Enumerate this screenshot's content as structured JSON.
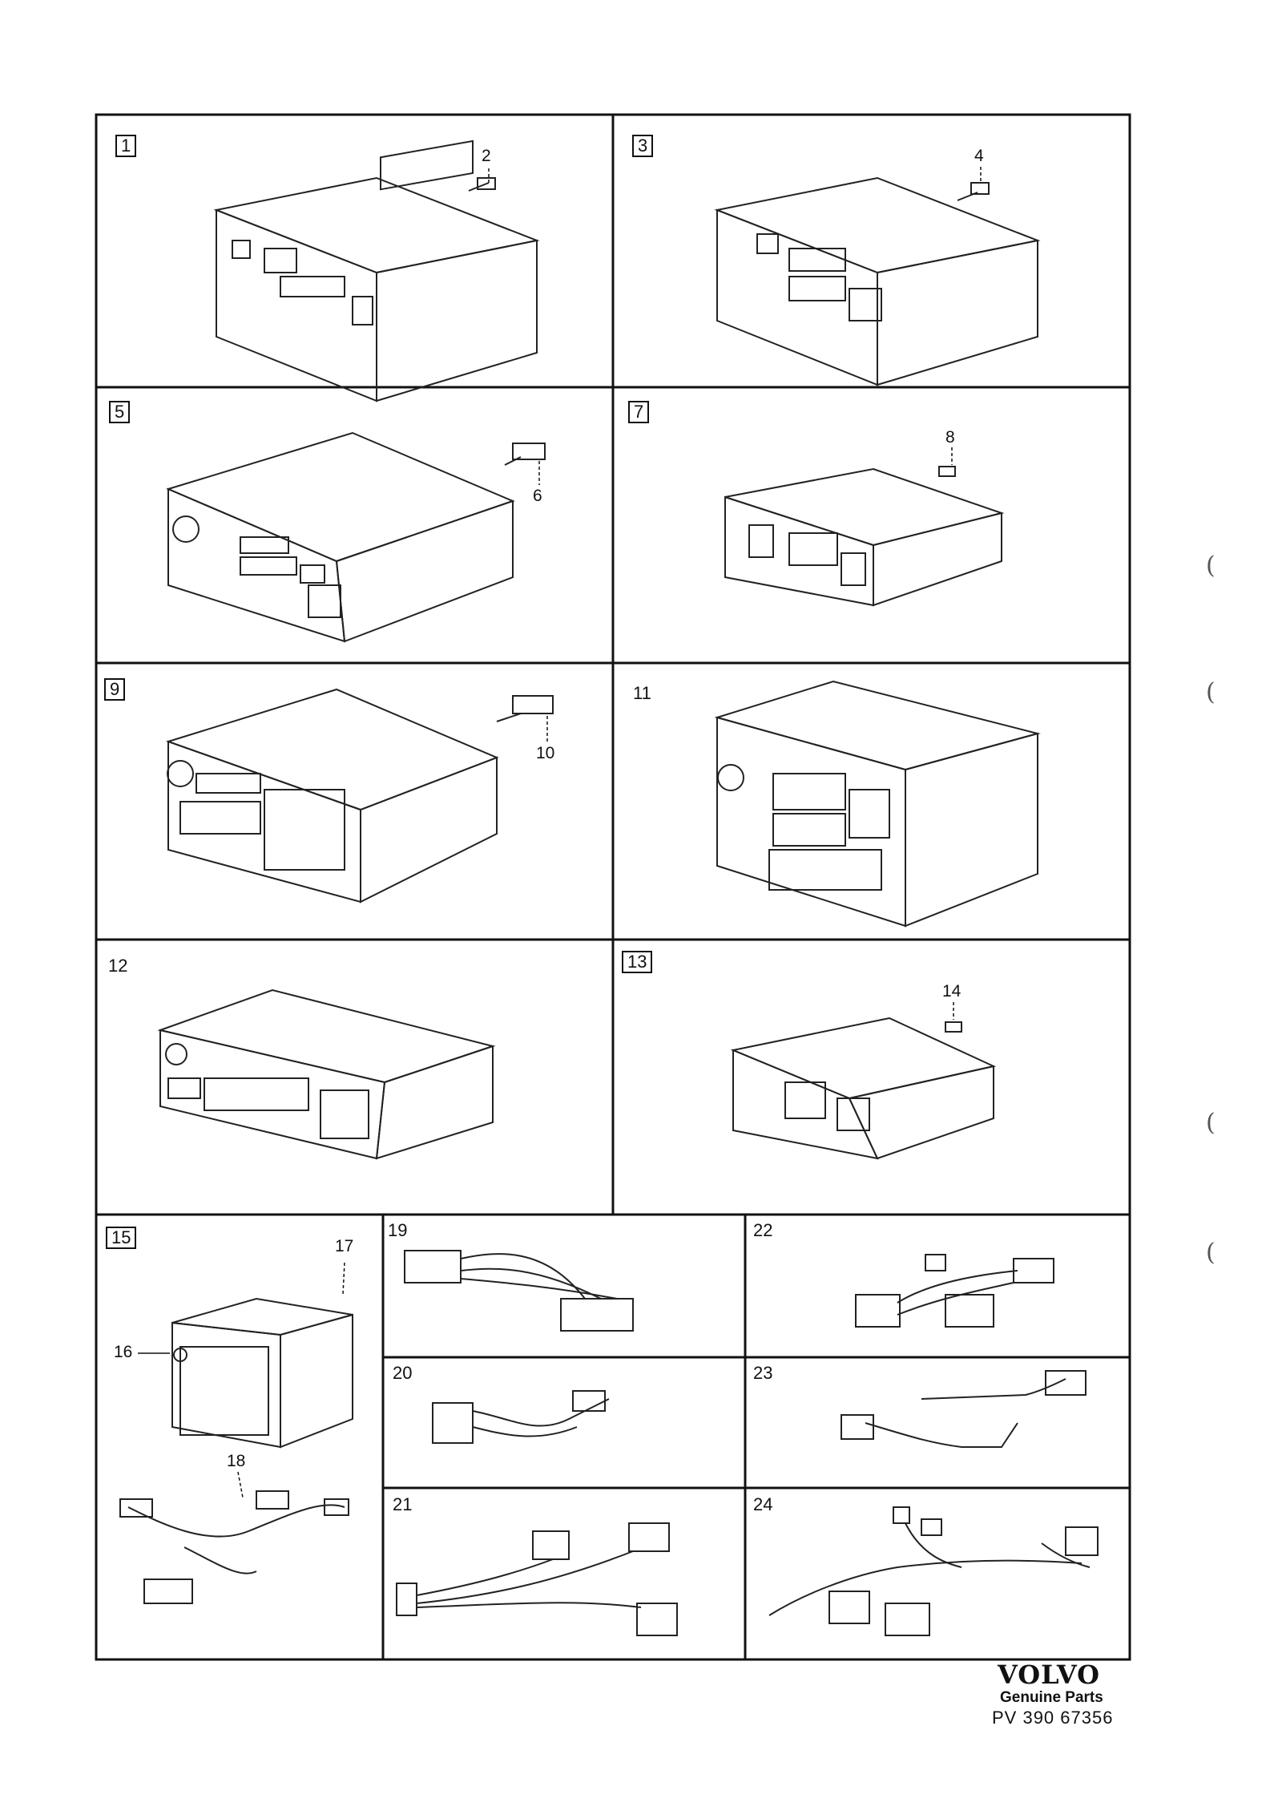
{
  "panels": [
    {
      "id": "p1",
      "label": "1",
      "boxed": true,
      "callouts": [
        "2"
      ]
    },
    {
      "id": "p3",
      "label": "3",
      "boxed": true,
      "callouts": [
        "4"
      ]
    },
    {
      "id": "p5",
      "label": "5",
      "boxed": true,
      "callouts": [
        "6"
      ]
    },
    {
      "id": "p7",
      "label": "7",
      "boxed": true,
      "callouts": [
        "8"
      ]
    },
    {
      "id": "p9",
      "label": "9",
      "boxed": true,
      "callouts": [
        "10"
      ]
    },
    {
      "id": "p11",
      "label": "11",
      "boxed": false,
      "callouts": []
    },
    {
      "id": "p12",
      "label": "12",
      "boxed": false,
      "callouts": []
    },
    {
      "id": "p13",
      "label": "13",
      "boxed": true,
      "callouts": [
        "14"
      ]
    },
    {
      "id": "p15",
      "label": "15",
      "boxed": true,
      "callouts": [
        "16",
        "17",
        "18"
      ]
    },
    {
      "id": "p19",
      "label": "19",
      "boxed": false,
      "callouts": []
    },
    {
      "id": "p20",
      "label": "20",
      "boxed": false,
      "callouts": []
    },
    {
      "id": "p21",
      "label": "21",
      "boxed": false,
      "callouts": []
    },
    {
      "id": "p22",
      "label": "22",
      "boxed": false,
      "callouts": []
    },
    {
      "id": "p23",
      "label": "23",
      "boxed": false,
      "callouts": []
    },
    {
      "id": "p24",
      "label": "24",
      "boxed": false,
      "callouts": []
    }
  ],
  "footer": {
    "brand": "VOLVO",
    "subtitle": "Genuine Parts",
    "part_number": "PV 390 67356"
  },
  "margin_marks": [
    "(",
    "(",
    "(",
    "("
  ],
  "colors": {
    "ink": "#111111",
    "paper": "#ffffff"
  }
}
